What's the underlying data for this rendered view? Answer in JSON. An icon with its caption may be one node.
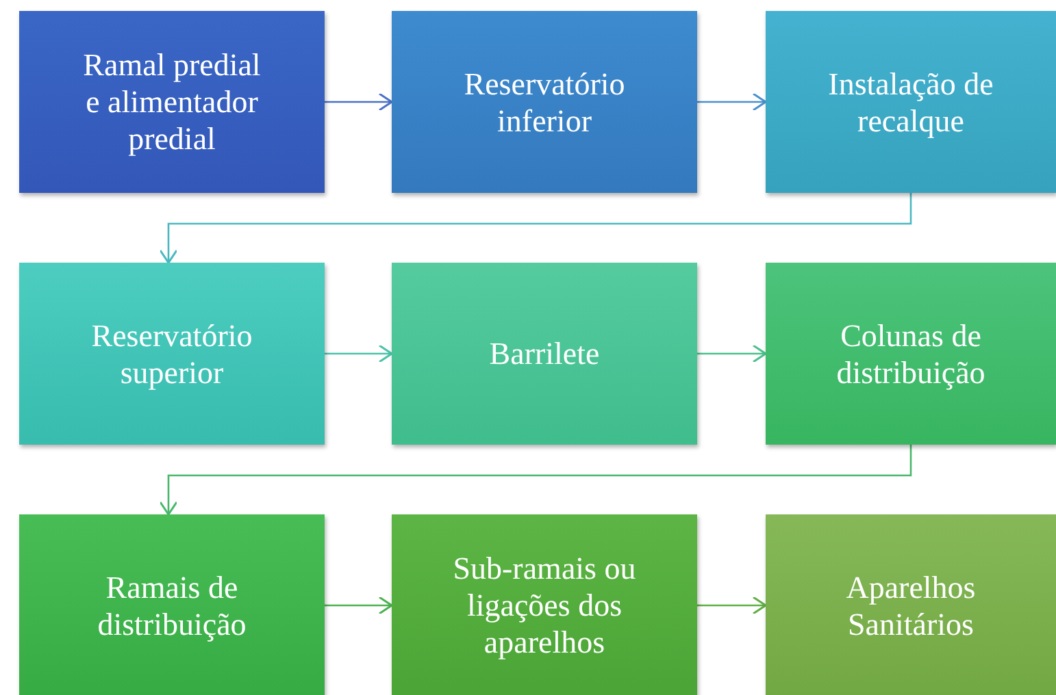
{
  "diagram": {
    "nodes": [
      {
        "text": [
          "Ramal predial e alimentador predial"
        ]
      },
      {
        "text": [
          "Reservatório inferior"
        ]
      },
      {
        "text": [
          "Instalação de recalque"
        ]
      },
      {
        "text": [
          "Reservatório superior"
        ]
      },
      {
        "text": [
          "Barrilete"
        ]
      },
      {
        "text": [
          "Colunas de distribuição"
        ]
      },
      {
        "text": [
          "Ramais de distribuição"
        ]
      },
      {
        "text": [
          "Sub-ramais ou ligações dos aparelhos"
        ]
      },
      {
        "text": [
          "Aparelhos Sanitários"
        ]
      }
    ],
    "edges": [
      {
        "from": 0,
        "to": 1,
        "arrow": "to",
        "color": "#4a72c6"
      },
      {
        "from": 1,
        "to": 2,
        "arrow": "to",
        "color": "#4a90cc"
      },
      {
        "from": 2,
        "to": 3,
        "arrow": "to",
        "color": "#4ab8c0"
      },
      {
        "from": 3,
        "to": 4,
        "arrow": "to",
        "color": "#4ac2a8"
      },
      {
        "from": 4,
        "to": 5,
        "arrow": "to",
        "color": "#4ac08a"
      },
      {
        "from": 5,
        "to": 6,
        "arrow": "to",
        "color": "#48b86a"
      },
      {
        "from": 6,
        "to": 7,
        "arrow": "to",
        "color": "#4ab24e"
      },
      {
        "from": 7,
        "to": 8,
        "arrow": "to",
        "color": "#5fae42"
      }
    ]
  }
}
